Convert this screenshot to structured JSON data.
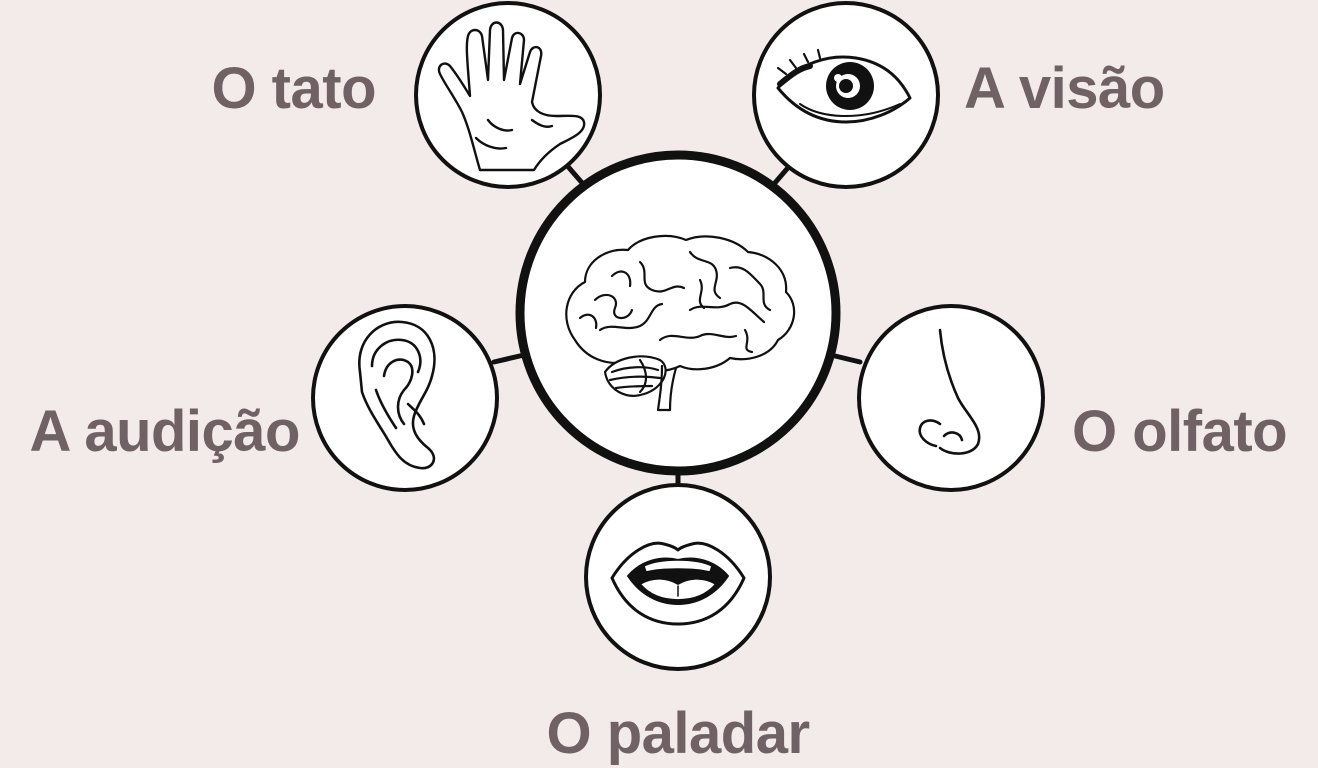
{
  "diagram": {
    "center": {
      "icon": "brain-icon"
    },
    "senses": [
      {
        "label": "O tato",
        "icon": "hand-icon"
      },
      {
        "label": "A visão",
        "icon": "eye-icon"
      },
      {
        "label": "A audição",
        "icon": "ear-icon"
      },
      {
        "label": "O olfato",
        "icon": "nose-icon"
      },
      {
        "label": "O paladar",
        "icon": "mouth-icon"
      }
    ]
  },
  "colors": {
    "background": "#f2ebe9",
    "label_text": "#6f6164",
    "line_art": "#111111",
    "circle_fill": "#ffffff"
  }
}
